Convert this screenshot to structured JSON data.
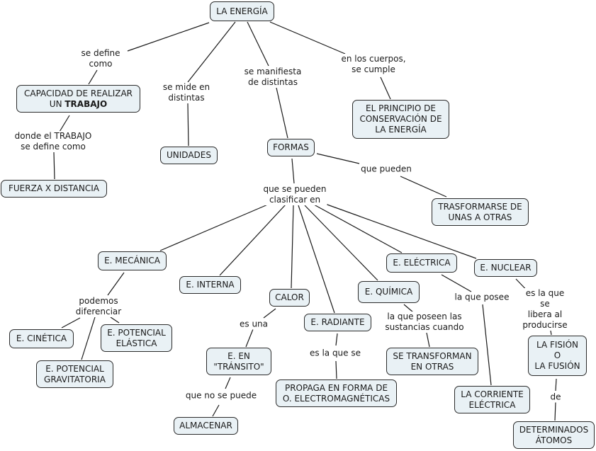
{
  "title": "LA ENERGÍA",
  "colors": {
    "node_fill": "#e9f1f5",
    "node_border": "#2b2b2b",
    "line": "#1a1a1a",
    "background": "#ffffff"
  },
  "nodes": {
    "energia": "LA ENERGÍA",
    "capacidad_line1": "CAPACIDAD DE REALIZAR",
    "capacidad_line2_prefix": "UN ",
    "capacidad_line2_bold": "TRABAJO",
    "unidades": "UNIDADES",
    "formas": "FORMAS",
    "principio": "EL PRINCIPIO DE\nCONSERVACIÓN DE\nLA ENERGÍA",
    "fuerza": "FUERZA X DISTANCIA",
    "trasformarse": "TRASFORMARSE DE\nUNAS A OTRAS",
    "mecanica": "E. MECÁNICA",
    "interna": "E. INTERNA",
    "calor": "CALOR",
    "radiante": "E. RADIANTE",
    "quimica": "E. QUÍMICA",
    "electrica": "E. ELÉCTRICA",
    "nuclear": "E. NUCLEAR",
    "cinetica": "E. CINÉTICA",
    "pot_elastica": "E. POTENCIAL\nELÁSTICA",
    "pot_gravitatoria": "E. POTENCIAL\nGRAVITATORIA",
    "transito": "E. EN\n\"TRÁNSITO\"",
    "almacenar": "ALMACENAR",
    "propaga": "PROPAGA EN FORMA DE\nO. ELECTROMAGNÉTICAS",
    "se_transforman": "SE TRANSFORMAN\nEN OTRAS",
    "corriente": "LA CORRIENTE\nELÉCTRICA",
    "fision": "LA FISIÓN\nO\nLA FUSIÓN",
    "atomos": "DETERMINADOS\nÁTOMOS"
  },
  "links": {
    "se_define": "se define\ncomo",
    "se_mide": "se mide en\ndistintas",
    "se_manifiesta": "se manifiesta\nde distintas",
    "en_los_cuerpos": "en los cuerpos,\nse cumple",
    "donde_trabajo": "donde el TRABAJO\nse define como",
    "que_pueden": "que pueden",
    "clasificar": "que se pueden\nclasificar en",
    "podemos": "podemos\ndiferenciar",
    "es_una": "es una",
    "no_se_puede": "que no se puede",
    "es_la_que_se": "es la que se",
    "poseen_las": "la que poseen las\nsustancias cuando",
    "la_que_posee": "la que posee",
    "se_libera": "es la que se\nlibera al producirse",
    "de": "de"
  }
}
